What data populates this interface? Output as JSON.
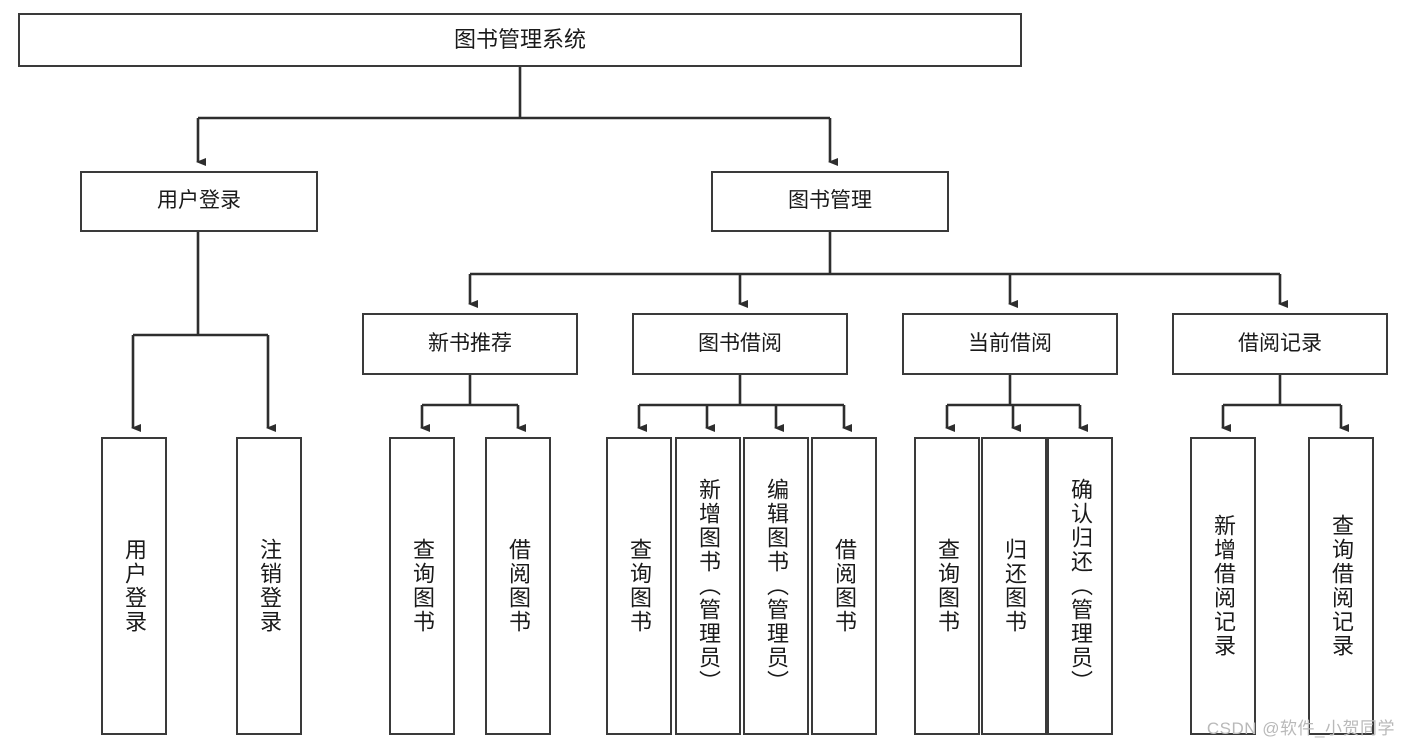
{
  "diagram": {
    "type": "tree-hierarchy",
    "title": "图书管理系统",
    "watermark": "CSDN @软件_小贺同学",
    "colors": {
      "box_border": "#3a3a3a",
      "box_fill": "#ffffff",
      "connector": "#2e2e2e",
      "text": "#1a1a1a",
      "watermark": "#b9b9b9"
    },
    "root": {
      "label": "图书管理系统"
    },
    "level2": [
      {
        "label": "用户登录"
      },
      {
        "label": "图书管理"
      }
    ],
    "level3": [
      {
        "label": "新书推荐"
      },
      {
        "label": "图书借阅"
      },
      {
        "label": "当前借阅"
      },
      {
        "label": "借阅记录"
      }
    ],
    "leaves": {
      "user_login": [
        {
          "label": "用户登录"
        },
        {
          "label": "注销登录"
        }
      ],
      "new_book_recommend": [
        {
          "label": "查询图书"
        },
        {
          "label": "借阅图书"
        }
      ],
      "book_borrow": [
        {
          "label": "查询图书"
        },
        {
          "label": "新增图书（管理员）"
        },
        {
          "label": "编辑图书（管理员）"
        },
        {
          "label": "借阅图书"
        }
      ],
      "current_borrow": [
        {
          "label": "查询图书"
        },
        {
          "label": "归还图书"
        },
        {
          "label": "确认归还（管理员）"
        }
      ],
      "borrow_record": [
        {
          "label": "新增借阅记录"
        },
        {
          "label": "查询借阅记录"
        }
      ]
    }
  }
}
